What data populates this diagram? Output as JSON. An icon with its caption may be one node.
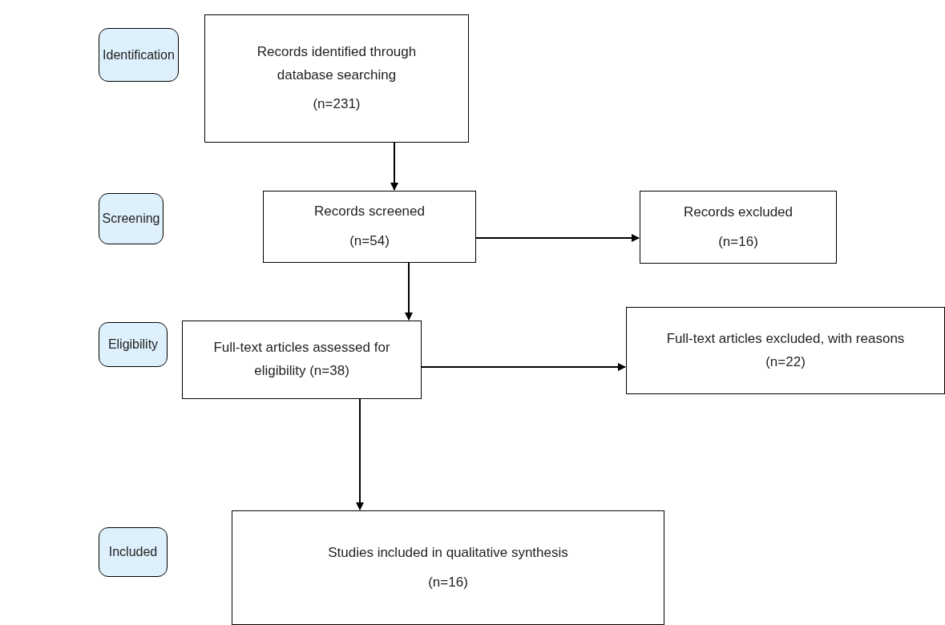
{
  "diagram": {
    "nodes": [
      {
        "text": [
          "Identification"
        ]
      },
      {
        "text": [
          "Records identified through database searching",
          "(n=231)"
        ]
      },
      {
        "text": [
          "Screening"
        ]
      },
      {
        "text": [
          "Records screened",
          "(n=54)"
        ]
      },
      {
        "text": [
          "Records excluded",
          "(n=16)"
        ]
      },
      {
        "text": [
          "Eligibility"
        ]
      },
      {
        "text": [
          "Full-text articles assessed for eligibility  (n=38)"
        ]
      },
      {
        "text": [
          "Full-text articles excluded, with reasons (n=22)"
        ]
      },
      {
        "text": [
          "Included"
        ]
      },
      {
        "text": [
          "Studies included in qualitative synthesis",
          "(n=16)"
        ]
      }
    ],
    "edges": [
      {
        "from": 1,
        "to": 3,
        "arrow": "to"
      },
      {
        "from": 3,
        "to": 4,
        "arrow": "to"
      },
      {
        "from": 3,
        "to": 6,
        "arrow": "to"
      },
      {
        "from": 6,
        "to": 7,
        "arrow": "to"
      },
      {
        "from": 6,
        "to": 9,
        "arrow": "to"
      }
    ]
  }
}
